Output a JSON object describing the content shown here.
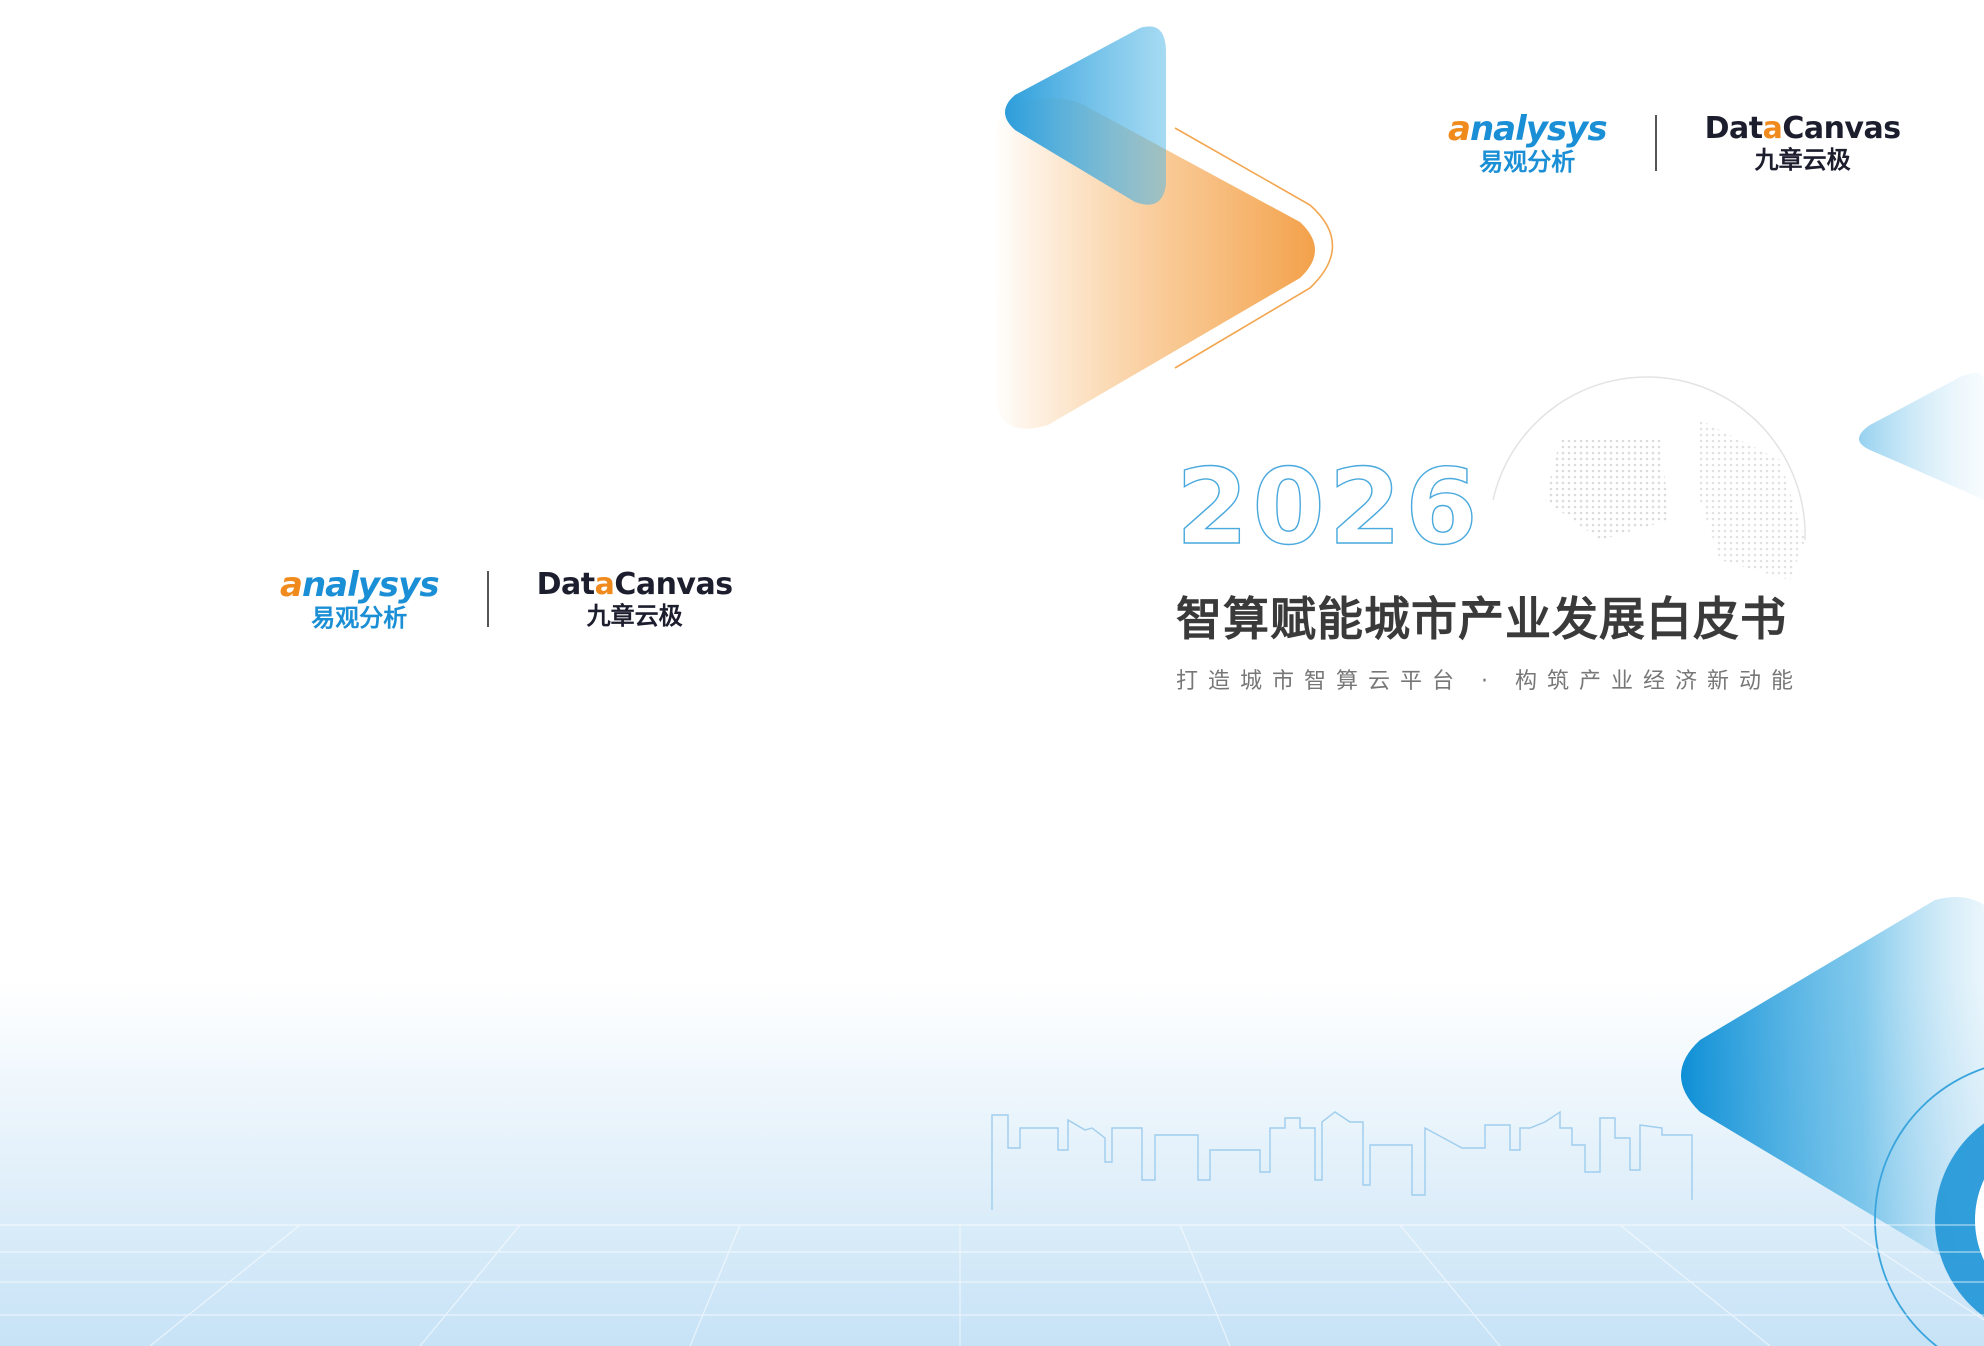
{
  "cover": {
    "year": "2026",
    "title": "智算赋能城市产业发展白皮书",
    "subtitle": "打造城市智算云平台 · 构筑产业经济新动能"
  },
  "logos": {
    "analysys": {
      "wordmark_a": "a",
      "wordmark_rest": "nalysys",
      "chinese": "易观分析"
    },
    "datacanvas": {
      "wordmark_pre": "Dat",
      "wordmark_a": "a",
      "wordmark_post": "Canvas",
      "chinese": "九章云极"
    }
  },
  "colors": {
    "brand_blue": "#1b8fd6",
    "brand_orange": "#f08a1c",
    "title_gray": "#3a3a3a",
    "skyline_blue": "#9fcdee"
  },
  "icons": [
    "play-triangle-orange",
    "triangle-blue",
    "globe-dots",
    "city-skyline",
    "grid-floor",
    "ring-circle"
  ]
}
